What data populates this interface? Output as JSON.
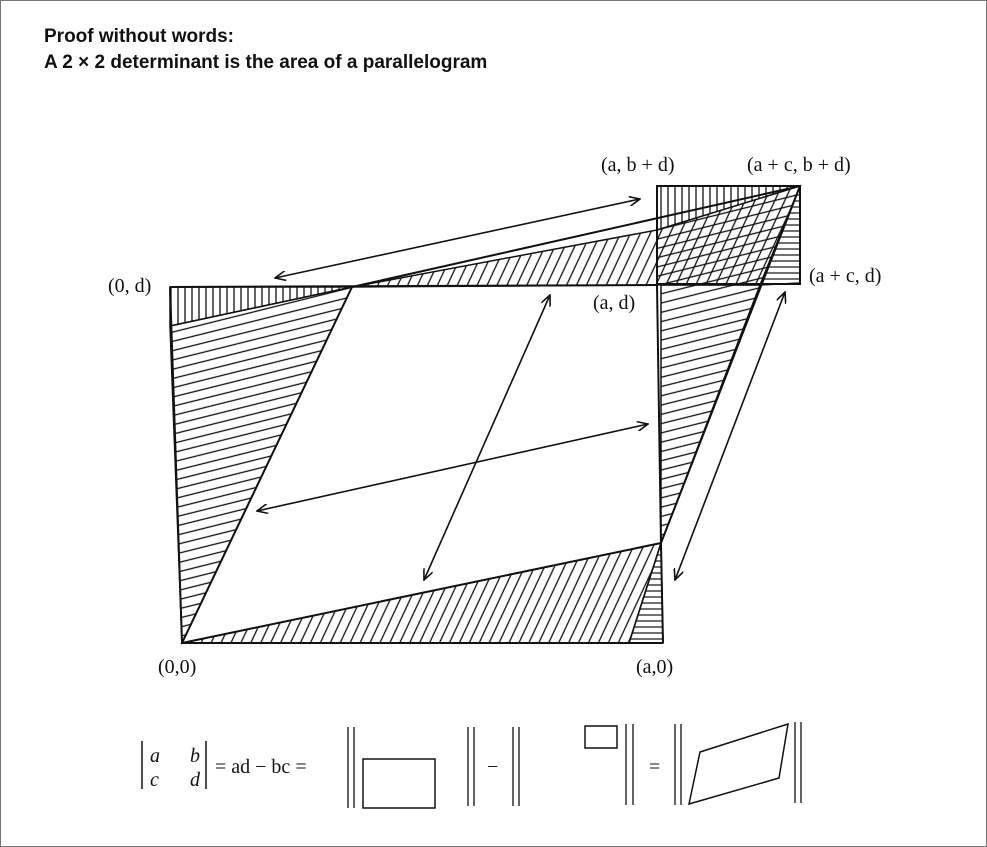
{
  "title": {
    "line1": "Proof without words:",
    "line2": "A 2 × 2 determinant is the area of a parallelogram"
  },
  "points": {
    "origin": {
      "label": "(0,0)"
    },
    "a0": {
      "label": "(a,0)"
    },
    "zero_d": {
      "label": "(0, d)"
    },
    "a_d": {
      "label": "(a, d)"
    },
    "a_bd": {
      "label": "(a, b + d)"
    },
    "ac_bd": {
      "label": "(a + c, b + d)"
    },
    "ac_d": {
      "label": "(a + c, d)"
    }
  },
  "equation": {
    "matrix": {
      "r1c1": "a",
      "r1c2": "b",
      "r2c1": "c",
      "r2c2": "d"
    },
    "expr": "= ad − bc =",
    "minus": "−",
    "equals": "="
  }
}
